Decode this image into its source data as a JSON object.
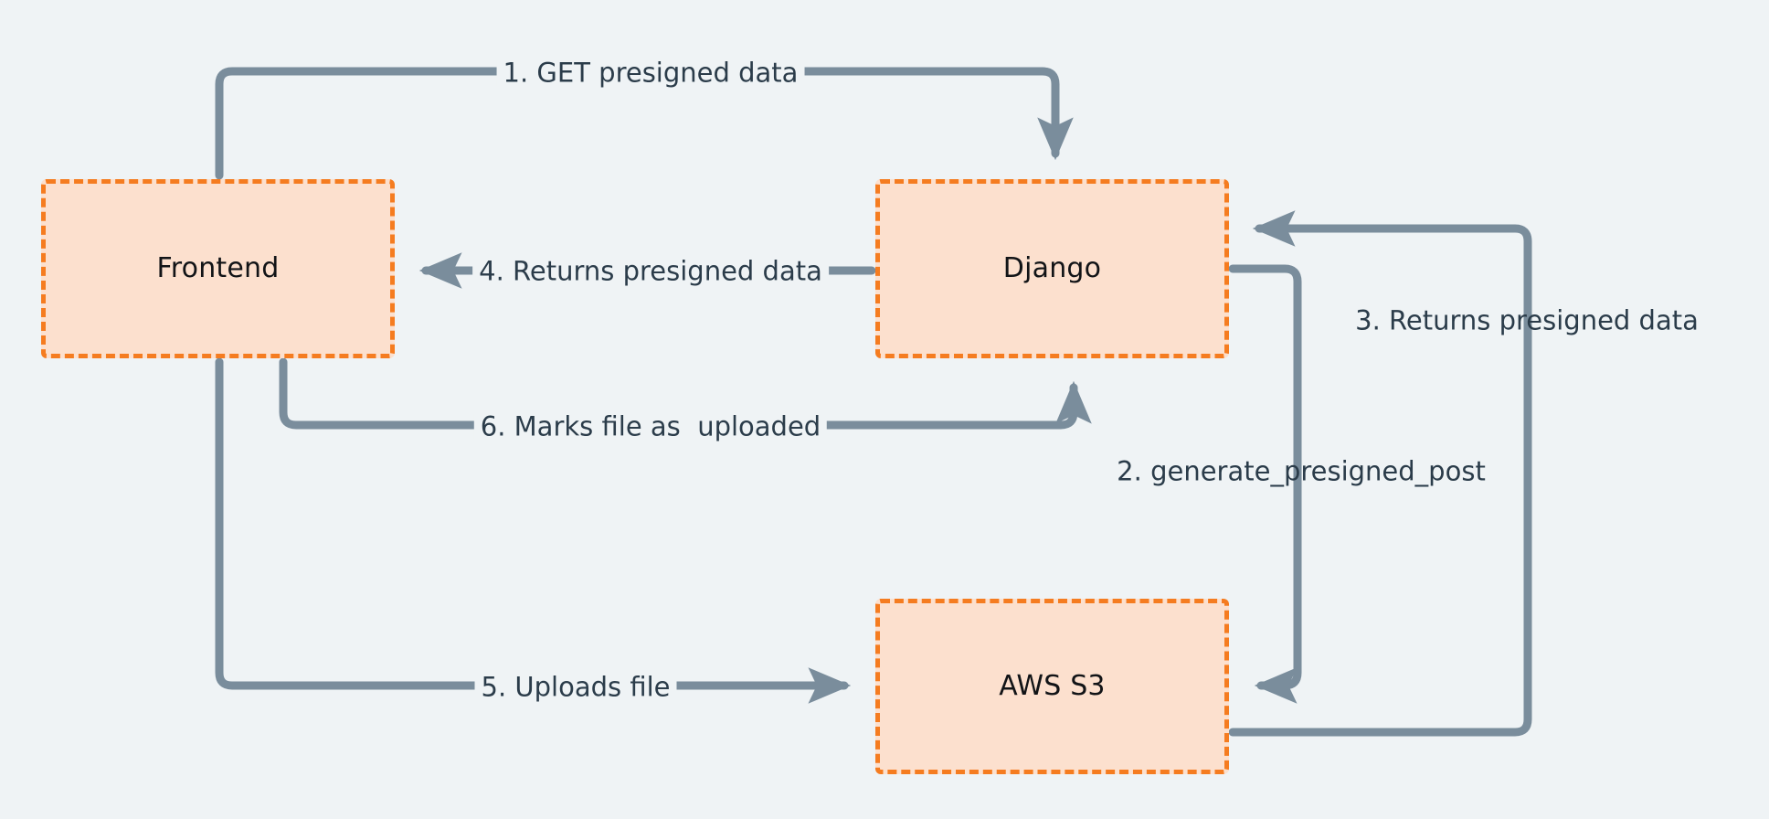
{
  "diagram": {
    "title": "S3 presigned upload flow",
    "type": "flowchart",
    "background_color": "#eff3f5",
    "node_fill_color": "#fce0ce",
    "node_border_color": "#f57c20",
    "edge_color": "#7a8d9c",
    "label_text_color": "#2b3c4a",
    "nodes": [
      {
        "id": "frontend",
        "label": "Frontend"
      },
      {
        "id": "django",
        "label": "Django"
      },
      {
        "id": "s3",
        "label": "AWS S3"
      }
    ],
    "edges": [
      {
        "id": "e1",
        "step": "1",
        "label": "1. GET presigned data",
        "from": "frontend",
        "to": "django"
      },
      {
        "id": "e2",
        "step": "2",
        "label": "2. generate_presigned_post",
        "from": "django",
        "to": "s3"
      },
      {
        "id": "e3",
        "step": "3",
        "label": "3. Returns presigned data",
        "from": "s3",
        "to": "django"
      },
      {
        "id": "e4",
        "step": "4",
        "label": "4. Returns presigned data",
        "from": "django",
        "to": "frontend"
      },
      {
        "id": "e5",
        "step": "5",
        "label": "5. Uploads file",
        "from": "frontend",
        "to": "s3"
      },
      {
        "id": "e6",
        "step": "6",
        "label": "6. Marks file as  uploaded",
        "from": "frontend",
        "to": "django"
      }
    ]
  }
}
